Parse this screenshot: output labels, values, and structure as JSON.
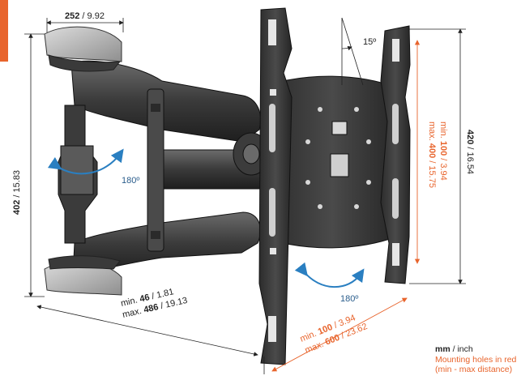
{
  "dimensions": {
    "arm_width": {
      "bold": "252",
      "rest": " / 9.92"
    },
    "arm_height": {
      "bold": "402",
      "rest": " / 15.83"
    },
    "plate_height": {
      "bold": "420",
      "rest": " / 16.54"
    },
    "extension_min": {
      "prefix": "min. ",
      "bold": "46",
      "rest": " / 1.81"
    },
    "extension_max": {
      "prefix": "max. ",
      "bold": "486",
      "rest": " / 19.13"
    },
    "vesa_v_min": {
      "prefix": "min. ",
      "bold": "100",
      "rest": " / 3.94"
    },
    "vesa_v_max": {
      "prefix": "max. ",
      "bold": "400",
      "rest": " / 15.75"
    },
    "vesa_h_min": {
      "prefix": "min. ",
      "bold": "100",
      "rest": " / 3.94"
    },
    "vesa_h_max": {
      "prefix": "max. ",
      "bold": "600",
      "rest": " / 23.62"
    },
    "tilt": "15º",
    "swivel_wall": "180º",
    "swivel_plate": "180º"
  },
  "legend": {
    "unit_bold": "mm",
    "unit_rest": " / inch",
    "line2": "Mounting holes in red",
    "line3": "(min - max distance)"
  },
  "colors": {
    "accent": "#e8642c",
    "line": "#222222",
    "metal": "#2a2a2a",
    "arrow": "#2a7fc1"
  }
}
